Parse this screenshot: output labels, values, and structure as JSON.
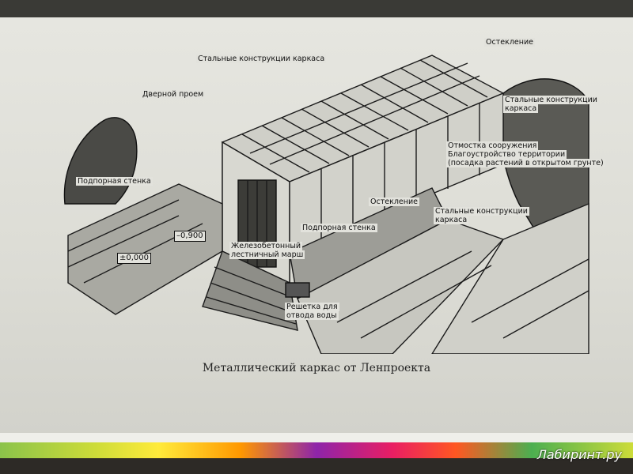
{
  "illustration": {
    "labels": {
      "steel_frame_top": "Стальные конструкции каркаса",
      "glazing_top": "Остекление",
      "door_opening": "Дверной проем",
      "steel_frame_right_1": "Стальные конструкции",
      "steel_frame_right_2": "каркаса",
      "blind_area": "Отмостка сооружения",
      "landscaping_1": "Благоустройство территории",
      "landscaping_2": "(посадка растений в открытом грунте)",
      "retaining_wall_left": "Подпорная стенка",
      "glazing_middle": "Остекление",
      "steel_frame_mid_1": "Стальные конструкции",
      "steel_frame_mid_2": "каркаса",
      "elevation_minus": "–0,900",
      "retaining_wall_mid": "Подпорная стенка",
      "stair_1": "Железобетонный",
      "stair_2": "лестничный марш",
      "elevation_zero": "±0,000",
      "grate_1": "Решетка для",
      "grate_2": "отвода воды"
    }
  },
  "caption": "Металлический каркас от Ленпроекта",
  "watermark": "Лабиринт.ру"
}
